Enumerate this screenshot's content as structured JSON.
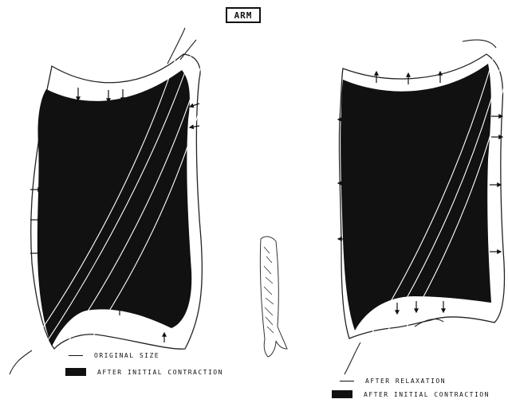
{
  "title": "ARM",
  "left_panel": {
    "legend": {
      "outline_label": "ORIGINAL SIZE",
      "filled_label": "AFTER INITIAL CONTRACTION"
    }
  },
  "right_panel": {
    "legend": {
      "outline_label": "AFTER RELAXATION",
      "filled_label": "AFTER INITIAL CONTRACTION"
    }
  },
  "colors": {
    "fill": "#111111",
    "stroke": "#222222",
    "background": "#ffffff"
  }
}
